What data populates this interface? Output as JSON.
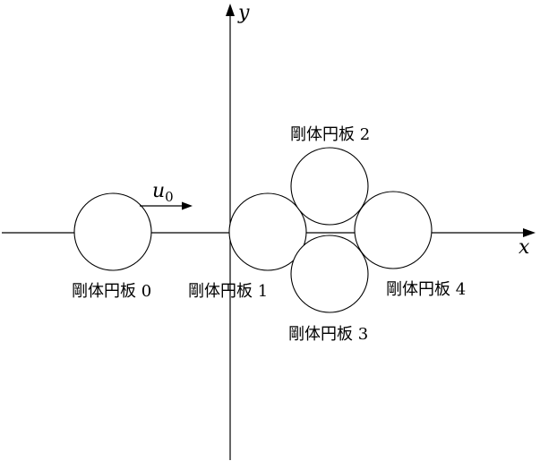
{
  "axes": {
    "x_label": "x",
    "y_label": "y"
  },
  "velocity": {
    "symbol": "u",
    "subscript": "0"
  },
  "disks": [
    {
      "label": "剛体円板 0"
    },
    {
      "label": "剛体円板 1"
    },
    {
      "label": "剛体円板 2"
    },
    {
      "label": "剛体円板 3"
    },
    {
      "label": "剛体円板 4"
    }
  ],
  "colors": {
    "stroke": "#000000",
    "background": "#ffffff"
  }
}
